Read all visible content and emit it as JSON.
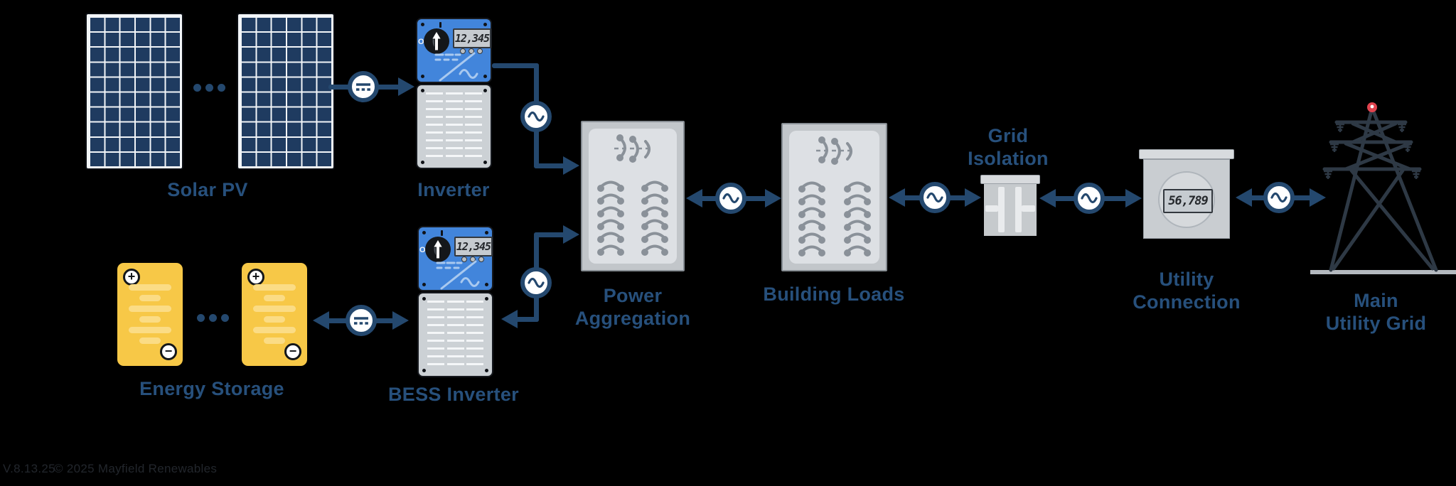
{
  "colors": {
    "background": "#000000",
    "accent_navy": "#24486e",
    "label_navy": "#27507c",
    "inverter_blue": "#4285db",
    "battery_yellow": "#f7c847",
    "solar_cell_navy": "#1f3b60",
    "panel_gray": "#c2c6ca",
    "tower_slate": "#2e3945",
    "beacon_red": "#e0434e"
  },
  "nodes": {
    "solar_pv": {
      "label": "Solar PV"
    },
    "inverter": {
      "label": "Inverter",
      "display_value": "12,345",
      "switch_on_mark": "I",
      "switch_off_mark": "O"
    },
    "energy_storage": {
      "label": "Energy Storage",
      "positive_mark": "+",
      "negative_mark": "−"
    },
    "bess_inverter": {
      "label": "BESS Inverter",
      "display_value": "12,345",
      "switch_on_mark": "I",
      "switch_off_mark": "O"
    },
    "power_aggregation": {
      "lines": [
        "Power",
        "Aggregation"
      ]
    },
    "building_loads": {
      "label": "Building Loads"
    },
    "grid_isolation": {
      "lines": [
        "Grid",
        "Isolation"
      ]
    },
    "utility_connection": {
      "lines": [
        "Utility",
        "Connection"
      ],
      "meter_value": "56,789"
    },
    "main_utility_grid": {
      "lines": [
        "Main",
        "Utility Grid"
      ]
    }
  },
  "connections": [
    {
      "from": "solar_pv",
      "to": "inverter",
      "current": "dc",
      "direction": "one-way"
    },
    {
      "from": "inverter",
      "to": "power_aggregation",
      "current": "ac",
      "direction": "one-way"
    },
    {
      "from": "energy_storage",
      "to": "bess_inverter",
      "current": "dc",
      "direction": "two-way"
    },
    {
      "from": "bess_inverter",
      "to": "power_aggregation",
      "current": "ac",
      "direction": "two-way"
    },
    {
      "from": "power_aggregation",
      "to": "building_loads",
      "current": "ac",
      "direction": "two-way"
    },
    {
      "from": "building_loads",
      "to": "grid_isolation",
      "current": "ac",
      "direction": "two-way"
    },
    {
      "from": "grid_isolation",
      "to": "utility_connection",
      "current": "ac",
      "direction": "two-way"
    },
    {
      "from": "utility_connection",
      "to": "main_utility_grid",
      "current": "ac",
      "direction": "two-way"
    }
  ],
  "footer": {
    "version": "V.8.13.25",
    "copyright": "© 2025 Mayfield Renewables"
  }
}
